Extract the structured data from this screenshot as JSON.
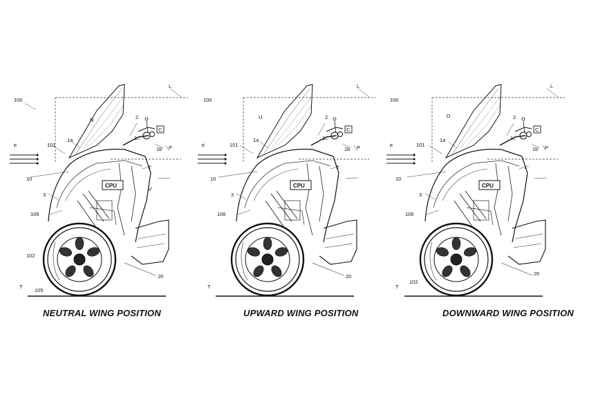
{
  "figure": {
    "top_label": "100",
    "panels": [
      {
        "caption": "NEUTRAL WING POSITION",
        "wing_state": "neutral",
        "labels": [
          "1a",
          "N",
          "2",
          "1c",
          "C",
          "101",
          "1b",
          "F",
          "P",
          "10",
          "1",
          "CPU",
          "V'",
          "3",
          "106",
          "102",
          "105",
          "20",
          "T",
          "L"
        ]
      },
      {
        "caption": "UPWARD WING POSITION",
        "wing_state": "upward",
        "labels": [
          "U",
          "2",
          "1a",
          "1c",
          "C",
          "101",
          "1b",
          "F",
          "P",
          "10",
          "1",
          "CPU",
          "3",
          "106",
          "20",
          "T",
          "L"
        ]
      },
      {
        "caption": "DOWNWARD WING POSITION",
        "wing_state": "downward",
        "labels": [
          "D",
          "2",
          "1a",
          "1c",
          "C",
          "101",
          "1b",
          "F",
          "P",
          "10",
          "1",
          "CPU",
          "3",
          "106",
          "102",
          "20",
          "T",
          "L"
        ]
      }
    ]
  }
}
